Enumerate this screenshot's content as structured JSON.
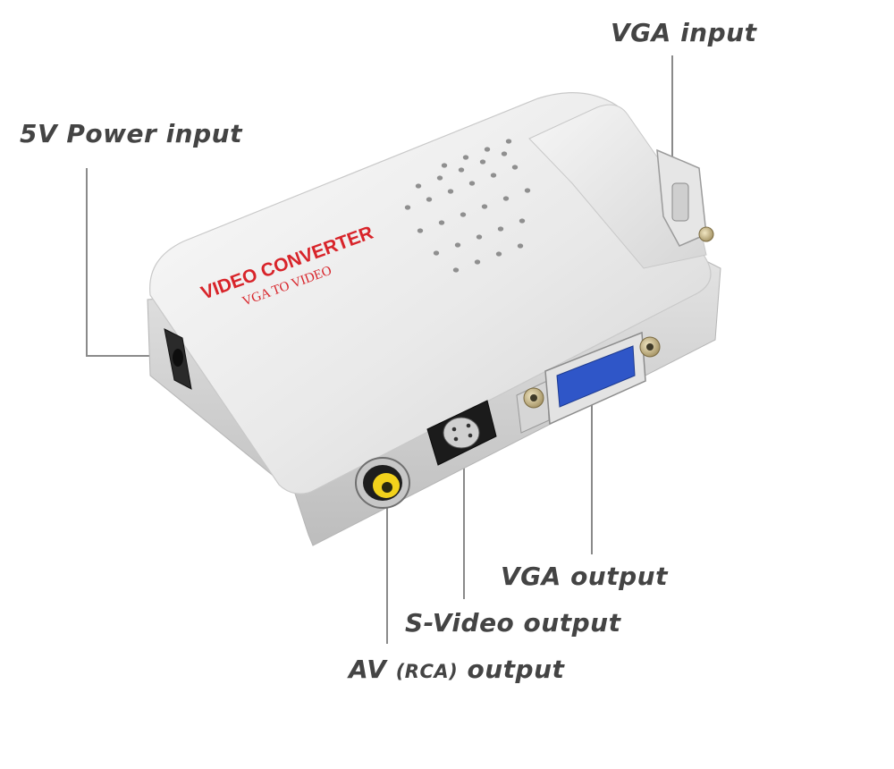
{
  "device": {
    "brand_text": "VIDEO CONVERTER",
    "sub_text": "VGA TO VIDEO"
  },
  "callouts": {
    "vga_input": "VGA input",
    "power_input": "5V Power input",
    "vga_output": "VGA output",
    "svideo_output": "S-Video output",
    "av_output_prefix": "AV ",
    "av_output_paren": "(RCA)",
    "av_output_suffix": " output"
  },
  "colors": {
    "label_text": "#444444",
    "leader_line": "#8a8a8a",
    "brand_red": "#d8242a",
    "body_silver": "#dcdcdc",
    "rca_yellow": "#f2d21c",
    "vga_blue": "#2f56c8"
  }
}
